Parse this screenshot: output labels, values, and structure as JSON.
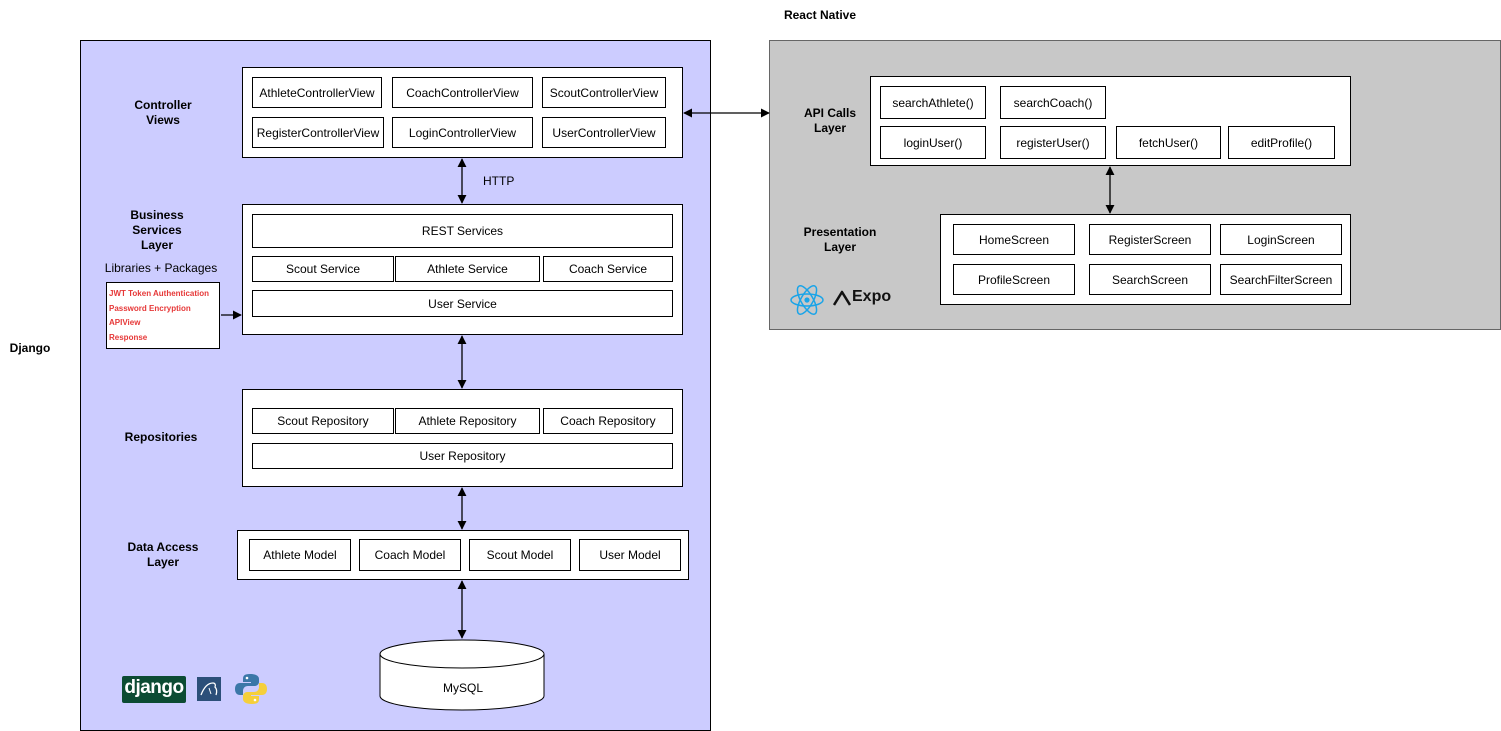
{
  "django": {
    "title": "Django",
    "controller_label": "Controller\nViews",
    "controllers": [
      "AthleteControllerView",
      "CoachControllerView",
      "ScoutControllerView",
      "RegisterControllerView",
      "LoginControllerView",
      "UserControllerView"
    ],
    "http_label": "HTTP",
    "business_label": "Business\nServices\nLayer",
    "libraries_label": "Libraries + Packages",
    "libraries": [
      "JWT Token Authentication",
      "Password Encryption",
      "APIView",
      "Response"
    ],
    "services": {
      "rest": "REST Services",
      "row": [
        "Scout Service",
        "Athlete Service",
        "Coach Service"
      ],
      "user": "User Service"
    },
    "repositories_label": "Repositories",
    "repositories": {
      "row": [
        "Scout Repository",
        "Athlete Repository",
        "Coach Repository"
      ],
      "user": "User Repository"
    },
    "data_access_label": "Data Access\nLayer",
    "models": [
      "Athlete Model",
      "Coach Model",
      "Scout Model",
      "User Model"
    ],
    "database": "MySQL",
    "logos": {
      "django": "django",
      "mysql": "mysql-icon",
      "python": "python-icon"
    }
  },
  "react_native": {
    "title": "React Native",
    "api_label": "API Calls\nLayer",
    "api_calls": [
      "searchAthlete()",
      "searchCoach()",
      "loginUser()",
      "registerUser()",
      "fetchUser()",
      "editProfile()"
    ],
    "presentation_label": "Presentation\nLayer",
    "screens": [
      "HomeScreen",
      "RegisterScreen",
      "LoginScreen",
      "ProfileScreen",
      "SearchScreen",
      "SearchFilterScreen"
    ],
    "expo_label": "Expo"
  },
  "colors": {
    "django_panel": "#ccccff",
    "react_panel": "#c8c8c8",
    "library_text": "#e63838",
    "django_logo_bg": "#0c4b33",
    "react_icon": "#1aa4e8"
  }
}
